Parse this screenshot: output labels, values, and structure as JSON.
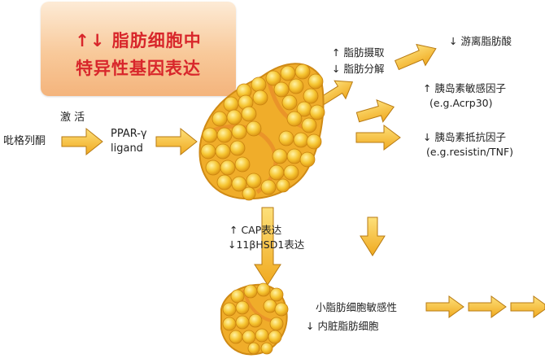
{
  "title": {
    "line1": "↑↓ 脂肪细胞中",
    "line2": "特异性基因表达"
  },
  "labels": {
    "activate": "激 活",
    "thiazolidinedione": "吡格列酮",
    "ppar_line1": "PPAR-γ",
    "ppar_line2": "ligand",
    "fat_uptake": "↑ 脂肪摄取",
    "fat_breakdown": "↓ 脂肪分解",
    "free_fatty_acid": "↓ 游离脂肪酸",
    "insulin_sensitizing_factor": "↑ 胰岛素敏感因子",
    "insulin_sensitizing_example": "(e.g.Acrp30)",
    "insulin_resistance_factor": "↓ 胰岛素抵抗因子",
    "insulin_resistance_example": "(e.g.resistin/TNF)",
    "cap_expression": "↑ CAP表达",
    "hsd1_expression": "↓11βHSD1表达",
    "small_adipocyte_sensitivity": "小脂肪细胞敏感性",
    "visceral_fat_cells": "↓ 内脏脂肪细胞"
  },
  "colors": {
    "arrow_fill": "#f5c23b",
    "arrow_stroke": "#b77a12",
    "cell_fill": "#f5c02e",
    "cell_edge": "#d08a12",
    "tissue_fill": "#f0ad2a",
    "title_text": "#d8262b"
  }
}
